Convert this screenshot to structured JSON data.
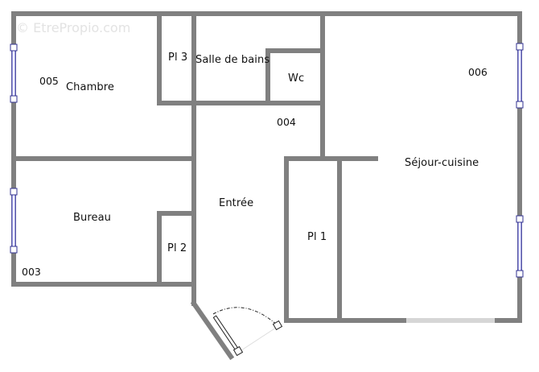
{
  "watermark": "© EtrePropio.com",
  "colors": {
    "wall": "#808080",
    "window": "#3030c0",
    "background": "#ffffff"
  },
  "rooms": [
    {
      "id": "chambre",
      "label": "Chambre",
      "number": "005"
    },
    {
      "id": "pl3",
      "label": "Pl 3"
    },
    {
      "id": "salle-de-bains",
      "label": "Salle de bains"
    },
    {
      "id": "wc",
      "label": "Wc"
    },
    {
      "id": "corridor",
      "number": "004"
    },
    {
      "id": "sejour-cuisine",
      "label": "Séjour-cuisine",
      "number": "006"
    },
    {
      "id": "bureau",
      "label": "Bureau",
      "number": "003"
    },
    {
      "id": "pl2",
      "label": "Pl 2"
    },
    {
      "id": "entree",
      "label": "Entrée"
    },
    {
      "id": "pl1",
      "label": "Pl 1"
    }
  ],
  "windows": [
    {
      "side": "left",
      "room": "Chambre"
    },
    {
      "side": "left",
      "room": "Bureau"
    },
    {
      "side": "right",
      "room": "Séjour-cuisine"
    },
    {
      "side": "right",
      "room": "Séjour-cuisine"
    }
  ],
  "door": {
    "room": "Entrée",
    "type": "swing"
  }
}
